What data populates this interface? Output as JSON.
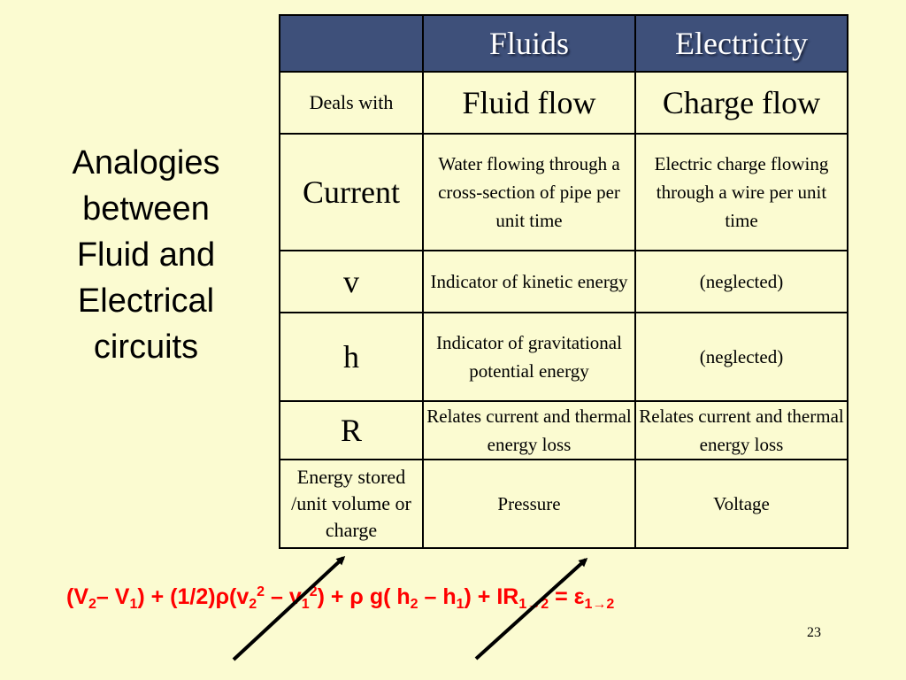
{
  "title": [
    "Analogies",
    "between",
    "Fluid and",
    "Electrical",
    "circuits"
  ],
  "table": {
    "headers": [
      "",
      "Fluids",
      "Electricity"
    ],
    "rows": [
      {
        "label": "Deals with",
        "fluids": "Fluid flow",
        "electricity": "Charge flow"
      },
      {
        "label": "Current",
        "fluids": "Water flowing through a cross-section of pipe per unit time",
        "electricity": "Electric charge flowing through a wire per unit time"
      },
      {
        "label": "v",
        "fluids": "Indicator of kinetic energy",
        "electricity": "(neglected)"
      },
      {
        "label": "h",
        "fluids": "Indicator of gravitational potential energy",
        "electricity": "(neglected)"
      },
      {
        "label": "R",
        "fluids": "Relates current and thermal energy loss",
        "electricity": "Relates current and thermal energy loss"
      },
      {
        "label": "Energy stored /unit volume or charge",
        "fluids": "Pressure",
        "electricity": "Voltage"
      }
    ]
  },
  "equation": {
    "p1": "(V",
    "s1": "2",
    "p2": "– V",
    "s2": "1",
    "p3": ")  + (1/2)ρ(v",
    "s3": "2",
    "sp1": "2",
    "p4": " – v",
    "s4": "1",
    "sp2": "2",
    "p5": ") + ρ g( h",
    "s5": "2",
    "p6": " – h",
    "s6": "1",
    "p7": ") + IR",
    "s7": "1→2",
    "p8": " = ε",
    "s8": "1→2"
  },
  "page_number": "23",
  "colors": {
    "background": "#fbfbd1",
    "header_bg": "#3e507a",
    "equation": "#ff0000"
  }
}
